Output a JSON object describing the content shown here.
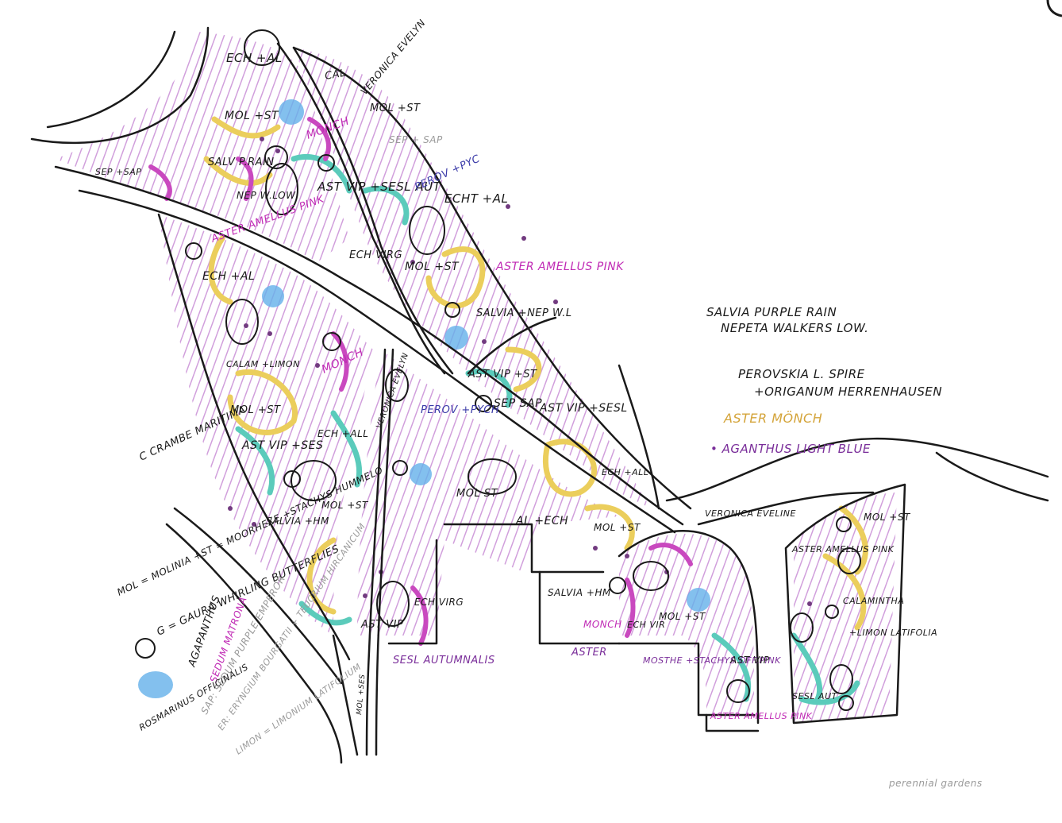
{
  "colors": {
    "ink": "#1a1a1a",
    "magenta": "#c02ab5",
    "purple_hatch": "#c98fd6",
    "teal": "#3fc3b0",
    "yellow": "#e8c640",
    "blue_blob": "#4aa3e6",
    "blue_text": "#3a3aa8",
    "orange_text": "#d4a43a"
  },
  "legend": {
    "key": {
      "mol_st": "MOL = MOLINIA\n+ST = MOORHEXE\n+STACHYS HUMMELO",
      "gaura": "G = GAURA WHIRLING BUTTERFLIES",
      "agapanthus": "AGAPANTHUS",
      "sedum": "SEDUM MATRONA",
      "sap": "SAP: SEDUM PURPLE EMPEROR",
      "er": "ER: ERYNGIUM BOURGATII + TEUCRIUM HIRCANICUM",
      "limon": "LIMON = LIMONIUM LATIFOLIUM",
      "rosmarinus": "ROSMARINUS OFFICINALIS"
    },
    "right_notes": {
      "salvia": "SALVIA PURPLE RAIN",
      "nepeta": "NEPETA WALKERS LOW.",
      "perovskia": "PEROVSKIA L. SPIRE",
      "origanum": "+ORIGANUM HERRENHAUSEN",
      "aster": "ASTER MÖNCH",
      "agapanthus": "• AGANTHUS LIGHT BLUE"
    },
    "crambe": "C CRAMBE MARITIMA"
  },
  "labels": {
    "ech_al_top": "ECH +AL",
    "cal": "CAL",
    "veronica_evelyn": "VERONICA EVELYN",
    "mol_st_1": "MOL +ST",
    "monch_1": "MONCH",
    "mol_st_2": "MOL +ST",
    "sep_sap": "SEP + SAP",
    "salv_prain": "SALV P.RAIN",
    "nep_wlow": "NEP W.LOW",
    "sep_sap_2": "SEP +SAP",
    "ast_vip_1": "AST VIP +SESL AUT",
    "perov_pyc": "PEROV +PYC",
    "ech_al_2": "ECHT +AL",
    "aster_amellus_1": "ASTER AMELLUS PINK",
    "ech_viro": "ECH VIRG",
    "mol_st_3": "MOL +ST",
    "aster_amellus_2": "ASTER AMELLUS PINK",
    "ech_al_3": "ECH +AL",
    "salvia_nep": "SALVIA +NEP W.L",
    "calam_limon": "CALAM +LIMON",
    "monch_2": "MONCH",
    "ast_vip_2": "AST VIP +ST",
    "mol_st_4": "MOL +ST",
    "perov_2": "PEROV +PYCH",
    "sep_sap_3": "SEP SAP",
    "ast_vip_3": "AST VIP +SESL",
    "ast_vip_ses": "AST VIP +SES",
    "ech_al_4": "ECH +ALL",
    "veronica_2": "VERONICA EVELYN",
    "salvia_hm": "SALVIA +HM",
    "mol_st_5": "MOL +ST",
    "mol_st_6": "MOL ST",
    "al_ech": "AL +ECH",
    "mol_st_7": "MOL +ST",
    "ech_all_5": "ECH +ALL",
    "veronica_3": "VERONICA EVELINE",
    "mol_st_8": "MOL +ST",
    "aster_amellus_3": "ASTER AMELLUS PINK",
    "ech_viro_2": "ECH VIRG",
    "ast_vip_4": "AST VIP",
    "sesl_aut": "SESL AUTUMNALIS",
    "salvia_hm_2": "SALVIA +HM",
    "ech_vir": "ECH VIR",
    "mol_st_9": "MOL +ST",
    "monch_3": "MONCH",
    "aster_4": "ASTER",
    "mosthe": "MOSTHE +STACHYS OFF.PINK",
    "ast_vip_5": "AST VIP",
    "aster_amellus_5": "ASTER AMELLUS PINK",
    "calamintha": "CALAMINTHA",
    "limon_lat": "+LIMON LATIFOLIA",
    "sesl_aut_2": "SESL AUT",
    "mol_ses": "MOL +SES",
    "signature": "perennial gardens"
  }
}
